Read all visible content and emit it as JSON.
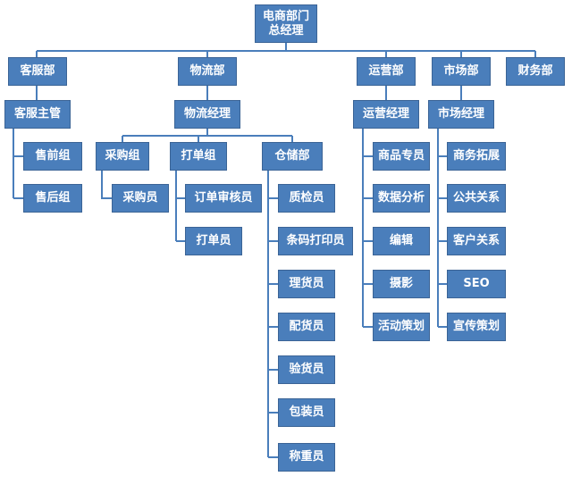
{
  "root": {
    "line1": "电商部门",
    "line2": "总经理"
  },
  "departments": {
    "kefu": {
      "name": "客服部",
      "manager": "客服主管",
      "groups": [
        "售前组",
        "售后组"
      ]
    },
    "wuliu": {
      "name": "物流部",
      "manager": "物流经理",
      "caigou": {
        "name": "采购组",
        "staff": [
          "采购员"
        ]
      },
      "dadan": {
        "name": "打单组",
        "staff": [
          "订单审核员",
          "打单员"
        ]
      },
      "cangchu": {
        "name": "仓储部",
        "staff": [
          "质检员",
          "条码打印员",
          "理货员",
          "配货员",
          "验货员",
          "包装员",
          "称重员"
        ]
      }
    },
    "yunying": {
      "name": "运营部",
      "manager": "运营经理",
      "staff": [
        "商品专员",
        "数据分析",
        "编辑",
        "摄影",
        "活动策划"
      ]
    },
    "shichang": {
      "name": "市场部",
      "manager": "市场经理",
      "staff": [
        "商务拓展",
        "公共关系",
        "客户关系",
        "SEO",
        "宣传策划"
      ]
    },
    "caiwu": {
      "name": "财务部"
    }
  },
  "colors": {
    "box": "#4a7ebb",
    "box_border": "#3b6496",
    "line": "#4a7ebb",
    "text": "#ffffff"
  }
}
